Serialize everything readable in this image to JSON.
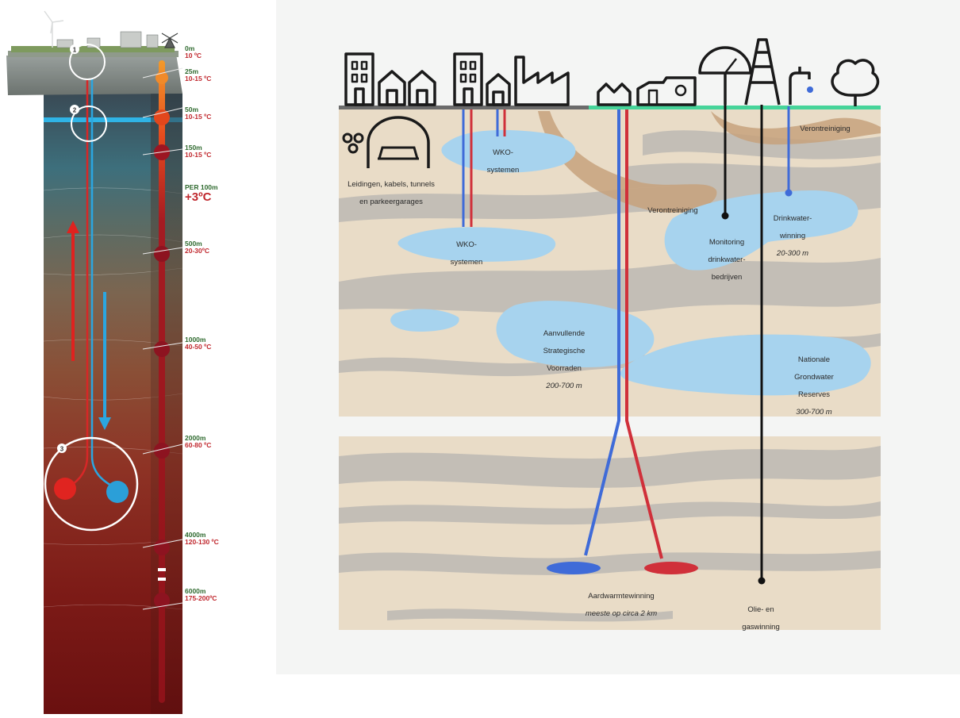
{
  "left_panel": {
    "markers": [
      "1",
      "2",
      "3"
    ],
    "depth_labels": [
      {
        "depth": "0m",
        "temp": "10 ºC"
      },
      {
        "depth": "25m",
        "temp": "10-15 ºC"
      },
      {
        "depth": "50m",
        "temp": "10-15 ºC"
      },
      {
        "depth": "150m",
        "temp": "10-15 ºC"
      },
      {
        "depth": "PER 100m",
        "temp": "+3ºC"
      },
      {
        "depth": "500m",
        "temp": "20-30ºC"
      },
      {
        "depth": "1000m",
        "temp": "40-50 ºC"
      },
      {
        "depth": "2000m",
        "temp": "60-80 ºC"
      },
      {
        "depth": "4000m",
        "temp": "120-130 ºC"
      },
      {
        "depth": "6000m",
        "temp": "175-200ºC"
      }
    ]
  },
  "right_panel": {
    "labels": {
      "leidingen": {
        "l1": "Leidingen, kabels, tunnels",
        "l2": "en parkeergarages"
      },
      "wko_top": {
        "l1": "WKO-",
        "l2": "systemen"
      },
      "wko_bottom": {
        "l1": "WKO-",
        "l2": "systemen"
      },
      "verontreiniging_top": "Verontreiniging",
      "verontreiniging_mid": "Verontreiniging",
      "monitoring": {
        "l1": "Monitoring",
        "l2": "drinkwater-",
        "l3": "bedrijven"
      },
      "drinkwater": {
        "l1": "Drinkwater-",
        "l2": "winning",
        "l3": "20-300 m"
      },
      "aanvullende": {
        "l1": "Aanvullende",
        "l2": "Strategische",
        "l3": "Voorraden",
        "l4": "200-700 m"
      },
      "nationale": {
        "l1": "Nationale",
        "l2": "Grondwater",
        "l3": "Reserves",
        "l4": "300-700 m"
      },
      "aardwarmte": {
        "l1": "Aardwarmtewinning",
        "l2": "meeste op circa 2 km"
      },
      "olie": {
        "l1": "Olie- en",
        "l2": "gaswinning"
      }
    },
    "colors": {
      "soil": "#e9dcc7",
      "grey_layer": "#c2bdb6",
      "aquifer": "#a7d3ee",
      "contamination": "#c7a27c",
      "hot_pipe": "#d0303a",
      "cold_pipe": "#3f6bd8",
      "surface_green": "#46d49a"
    }
  }
}
